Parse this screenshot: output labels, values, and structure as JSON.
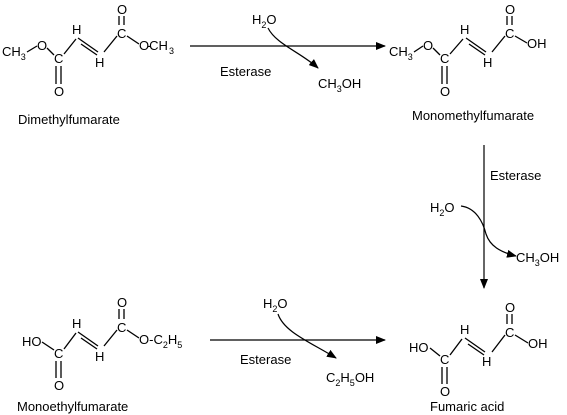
{
  "compounds": {
    "dimethylfumarate": "Dimethylfumarate",
    "monomethylfumarate": "Monomethylfumarate",
    "monoethylfumarate": "Monoethylfumarate",
    "fumaric_acid": "Fumaric acid"
  },
  "reactions": {
    "r1": {
      "enzyme": "Esterase",
      "reagent": "H",
      "reagent_sub": "2",
      "reagent_tail": "O",
      "product": "CH",
      "product_sub": "3",
      "product_tail": "OH"
    },
    "r2": {
      "enzyme": "Esterase",
      "reagent": "H",
      "reagent_sub": "2",
      "reagent_tail": "O",
      "product": "CH",
      "product_sub": "3",
      "product_tail": "OH"
    },
    "r3": {
      "enzyme": "Esterase",
      "reagent": "H",
      "reagent_sub": "2",
      "reagent_tail": "O",
      "product_a": "C",
      "product_sub_a": "2",
      "product_b": "H",
      "product_sub_b": "5",
      "product_tail": "OH"
    }
  },
  "atoms": {
    "ch3": "CH",
    "sub3": "3",
    "o": "O",
    "c": "C",
    "h": "H",
    "oh": "OH",
    "ho": "HO",
    "oc2h5_a": "O-C",
    "sub2": "2",
    "h5": "H",
    "sub5": "5"
  }
}
